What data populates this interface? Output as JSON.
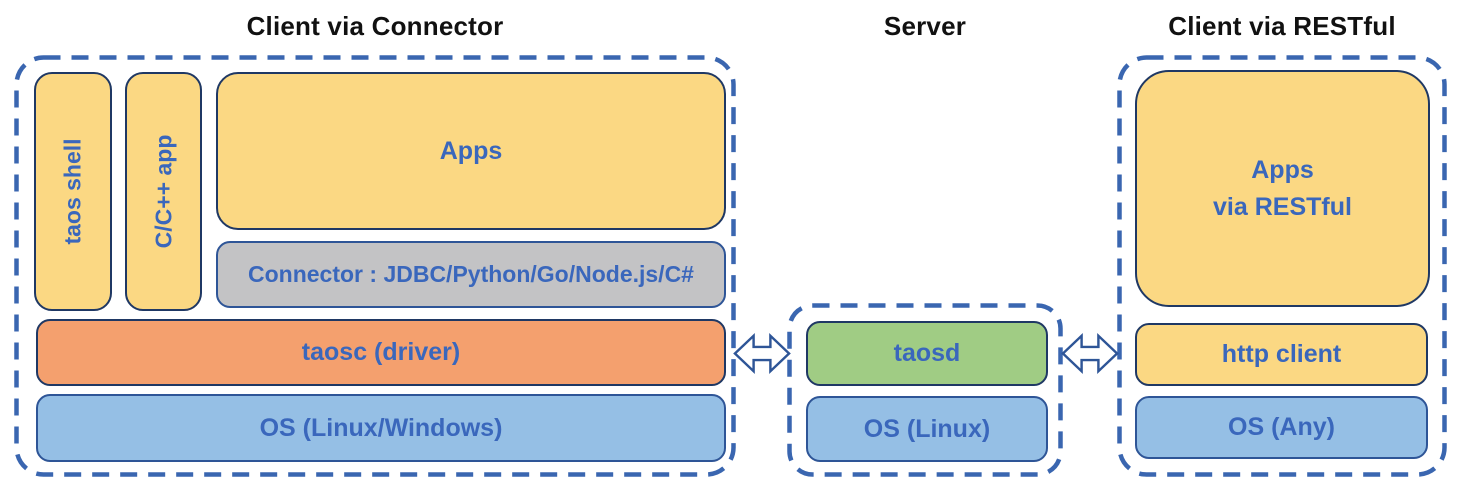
{
  "colors": {
    "dashed_border": "#3A66B0",
    "border_dark": "#1F3864",
    "border_blue": "#2E5597",
    "fill_yellow": "#FBD883",
    "fill_orange": "#F4A06E",
    "fill_gray": "#C3C3C5",
    "fill_green": "#A0CC84",
    "fill_blue": "#95BFE5",
    "label_blue": "#3A67BC",
    "title_color": "#111111",
    "arrow_fill": "#FFFFFF",
    "arrow_stroke": "#2E5597"
  },
  "icons": {
    "left_arrow": "double-headed-arrow",
    "right_arrow": "double-headed-arrow"
  },
  "sections": {
    "client_connector": {
      "title": "Client via Connector",
      "taos_shell_label": "taos shell",
      "cpp_app_label": "C/C++ app",
      "apps_label": "Apps",
      "connector_label": "Connector : JDBC/Python/Go/Node.js/C#",
      "taosc_label": "taosc (driver)",
      "os_label": "OS (Linux/Windows)"
    },
    "server": {
      "title": "Server",
      "taosd_label": "taosd",
      "os_label": "OS (Linux)"
    },
    "client_restful": {
      "title": "Client via RESTful",
      "apps_label_line1": "Apps",
      "apps_label_line2": "via RESTful",
      "http_client_label": "http client",
      "os_label": "OS (Any)"
    }
  }
}
